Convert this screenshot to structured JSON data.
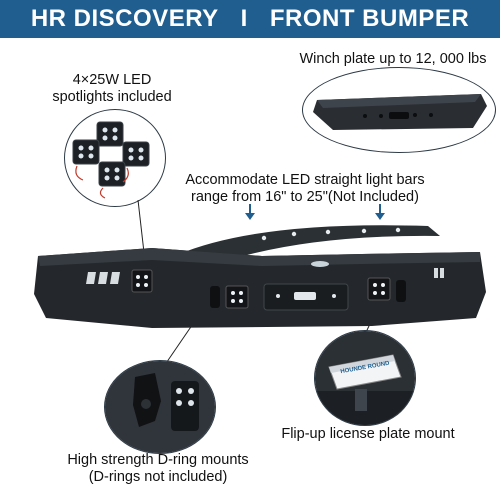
{
  "header": {
    "brand": "HR DISCOVERY",
    "separator": "I",
    "product": "FRONT BUMPER"
  },
  "callouts": {
    "winch": "Winch plate up to 12, 000 lbs",
    "led_line1": "4×25W LED",
    "led_line2": "spotlights included",
    "lightbar_line1": "Accommodate LED straight light bars",
    "lightbar_line2": "range from 16\" to 25\"(Not Included)",
    "dring_line1": "High strength D-ring mounts",
    "dring_line2": "(D-rings not included)",
    "license": "Flip-up license plate mount"
  },
  "license_plate_text": "HOUNDE ROUND",
  "colors": {
    "banner": "#1f5e8e",
    "arrow": "#1f5e8e",
    "bumper": "#24282c"
  }
}
